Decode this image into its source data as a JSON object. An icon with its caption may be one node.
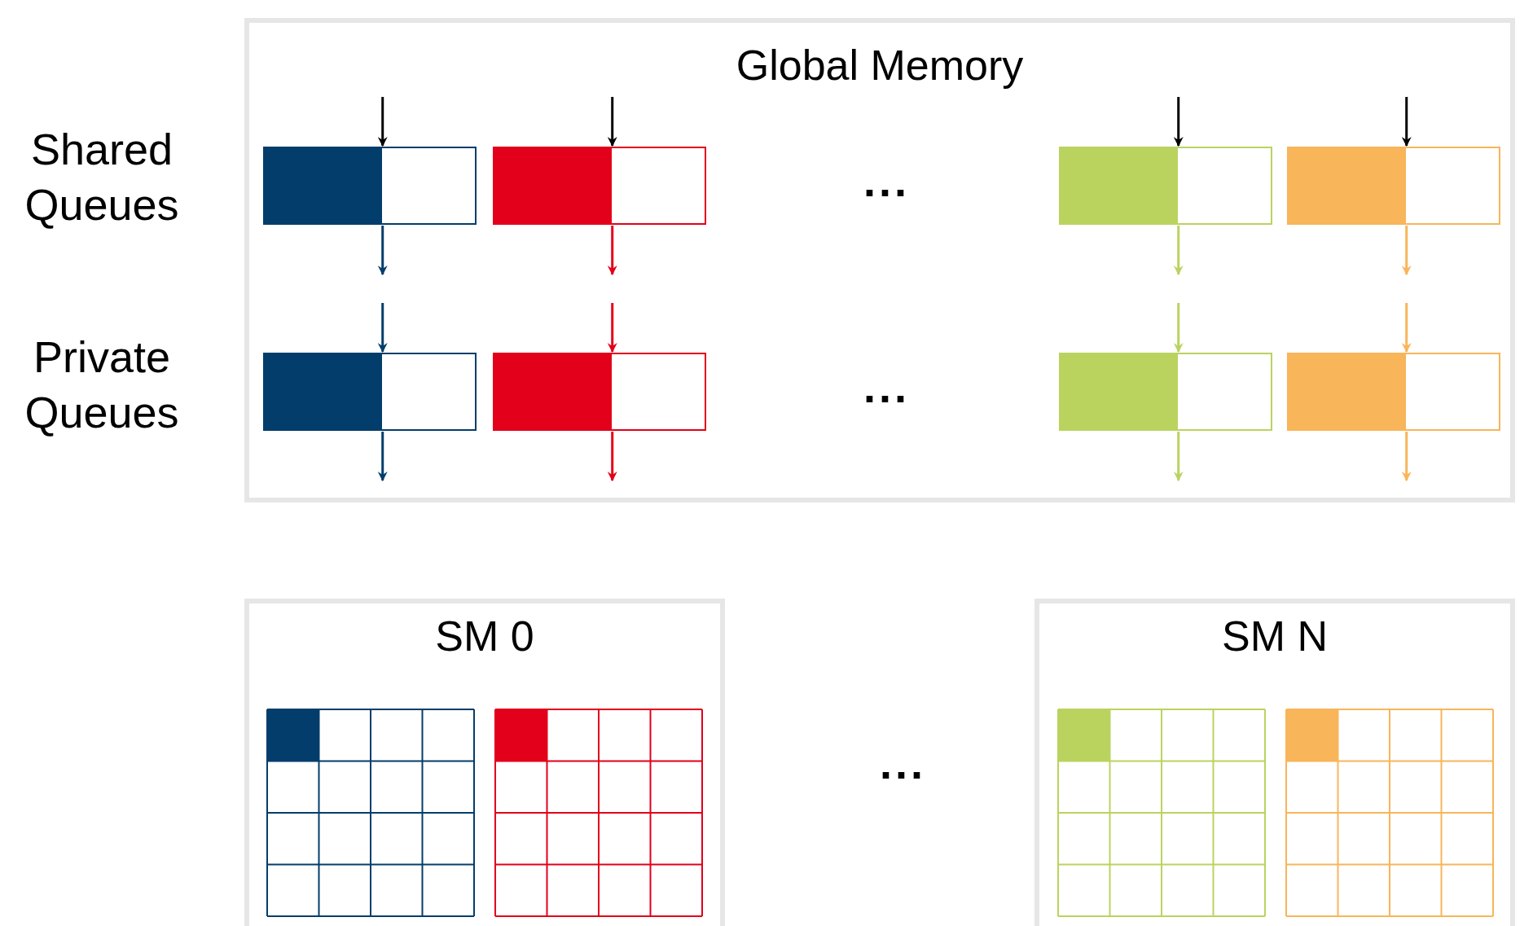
{
  "diagram": {
    "nodes": [
      {
        "text": [
          "Global Memory"
        ]
      },
      {
        "text": [],
        "shape": "bar",
        "in": 0
      },
      {
        "text": [],
        "shape": "bar",
        "in": 0
      },
      {
        "text": [],
        "shape": "bar",
        "in": 0
      },
      {
        "text": [],
        "shape": "bar",
        "in": 0
      },
      {
        "text": [],
        "shape": "bar",
        "in": 0
      },
      {
        "text": [],
        "shape": "bar",
        "in": 0
      },
      {
        "text": [],
        "shape": "bar",
        "in": 0
      },
      {
        "text": [],
        "shape": "bar",
        "in": 0
      },
      {
        "text": [
          "SM 0"
        ]
      },
      {
        "text": [],
        "shape": "grid",
        "in": 9
      },
      {
        "text": [],
        "shape": "grid",
        "in": 9
      },
      {
        "text": [
          "SM N"
        ]
      },
      {
        "text": [],
        "shape": "grid",
        "in": 12
      },
      {
        "text": [],
        "shape": "grid",
        "in": 12
      }
    ],
    "edges": [
      {
        "from": null,
        "to": 1,
        "arrow": "to"
      },
      {
        "from": null,
        "to": 2,
        "arrow": "to"
      },
      {
        "from": null,
        "to": 3,
        "arrow": "to"
      },
      {
        "from": null,
        "to": 4,
        "arrow": "to"
      },
      {
        "from": 1,
        "to": null,
        "arrow": "to",
        "color": "#033d6b"
      },
      {
        "from": 2,
        "to": null,
        "arrow": "to",
        "color": "#e2001a"
      },
      {
        "from": 3,
        "to": null,
        "arrow": "to",
        "color": "#bad35f"
      },
      {
        "from": 4,
        "to": null,
        "arrow": "to",
        "color": "#f8b55a"
      },
      {
        "from": null,
        "to": 5,
        "arrow": "to",
        "color": "#033d6b"
      },
      {
        "from": null,
        "to": 6,
        "arrow": "to",
        "color": "#e2001a"
      },
      {
        "from": null,
        "to": 7,
        "arrow": "to",
        "color": "#bad35f"
      },
      {
        "from": null,
        "to": 8,
        "arrow": "to",
        "color": "#f8b55a"
      },
      {
        "from": 5,
        "to": null,
        "arrow": "to",
        "color": "#033d6b"
      },
      {
        "from": 6,
        "to": null,
        "arrow": "to",
        "color": "#e2001a"
      },
      {
        "from": 7,
        "to": null,
        "arrow": "to",
        "color": "#bad35f"
      },
      {
        "from": 8,
        "to": null,
        "arrow": "to",
        "color": "#f8b55a"
      }
    ],
    "labels": [
      "Shared Queues",
      "Private Queues",
      "...",
      "...",
      "..."
    ]
  }
}
